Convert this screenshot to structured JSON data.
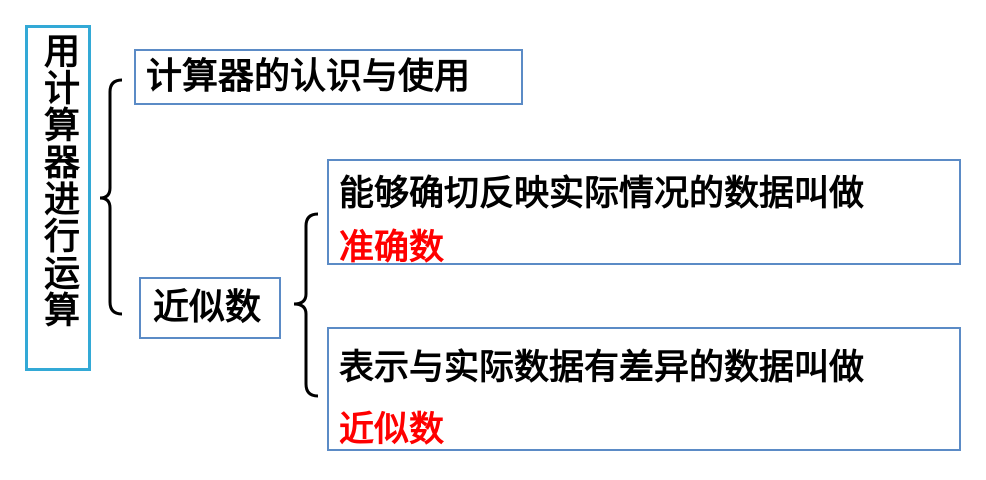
{
  "root": {
    "title": "用计算器进行运算"
  },
  "topics": {
    "calculator": "计算器的认识与使用",
    "approx": "近似数"
  },
  "definitions": [
    {
      "text": "能够确切反映实际情况的数据叫做",
      "term": "准确数"
    },
    {
      "text": "表示与实际数据有差异的数据叫做",
      "term": "近似数"
    }
  ],
  "colors": {
    "root_border": "#33a9d6",
    "box_border": "#5b8bc6",
    "term_text": "#ff0000"
  }
}
